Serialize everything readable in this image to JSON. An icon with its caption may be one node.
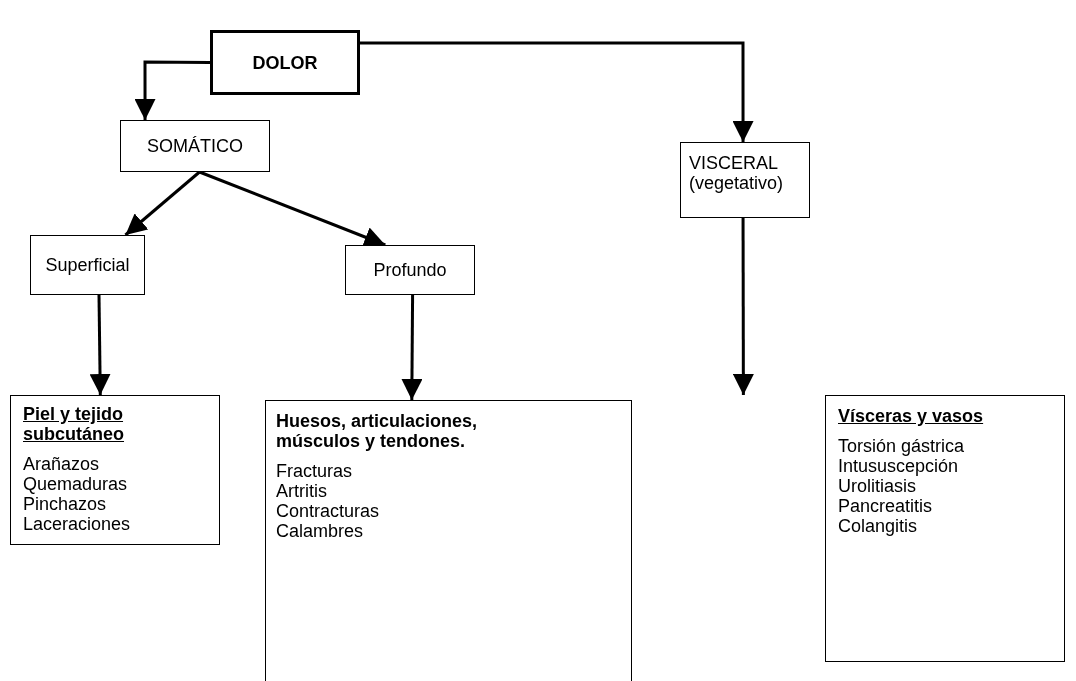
{
  "diagram": {
    "nodes": [
      {
        "text": [
          "DOLOR"
        ]
      },
      {
        "text": [
          "SOMÁTICO"
        ]
      },
      {
        "text": [
          "VISCERAL (vegetativo)"
        ]
      },
      {
        "text": [
          "Superficial"
        ]
      },
      {
        "text": [
          "Profundo"
        ]
      },
      {
        "text": [
          "Piel y tejido subcutáneo",
          "Arañazos",
          "Quemaduras",
          "Pinchazos",
          "Laceraciones"
        ]
      },
      {
        "text": [
          "Huesos, articulaciones, músculos y tendones.",
          "Fracturas",
          "Artritis",
          "Contracturas",
          "Calambres"
        ]
      },
      {
        "text": [
          "Vísceras y vasos",
          "Torsión gástrica",
          "Intususcepción",
          "Urolitiasis",
          "Pancreatitis",
          "Colangitis"
        ]
      }
    ],
    "edges": [
      {
        "from": 0,
        "to": 1,
        "arrow": "to"
      },
      {
        "from": 0,
        "to": 2,
        "arrow": "to"
      },
      {
        "from": 1,
        "to": 3,
        "arrow": "to"
      },
      {
        "from": 1,
        "to": 4,
        "arrow": "to"
      },
      {
        "from": 3,
        "to": 5,
        "arrow": "to"
      },
      {
        "from": 4,
        "to": 6,
        "arrow": "to"
      },
      {
        "from": 2,
        "to": 7,
        "arrow": "to"
      }
    ]
  }
}
